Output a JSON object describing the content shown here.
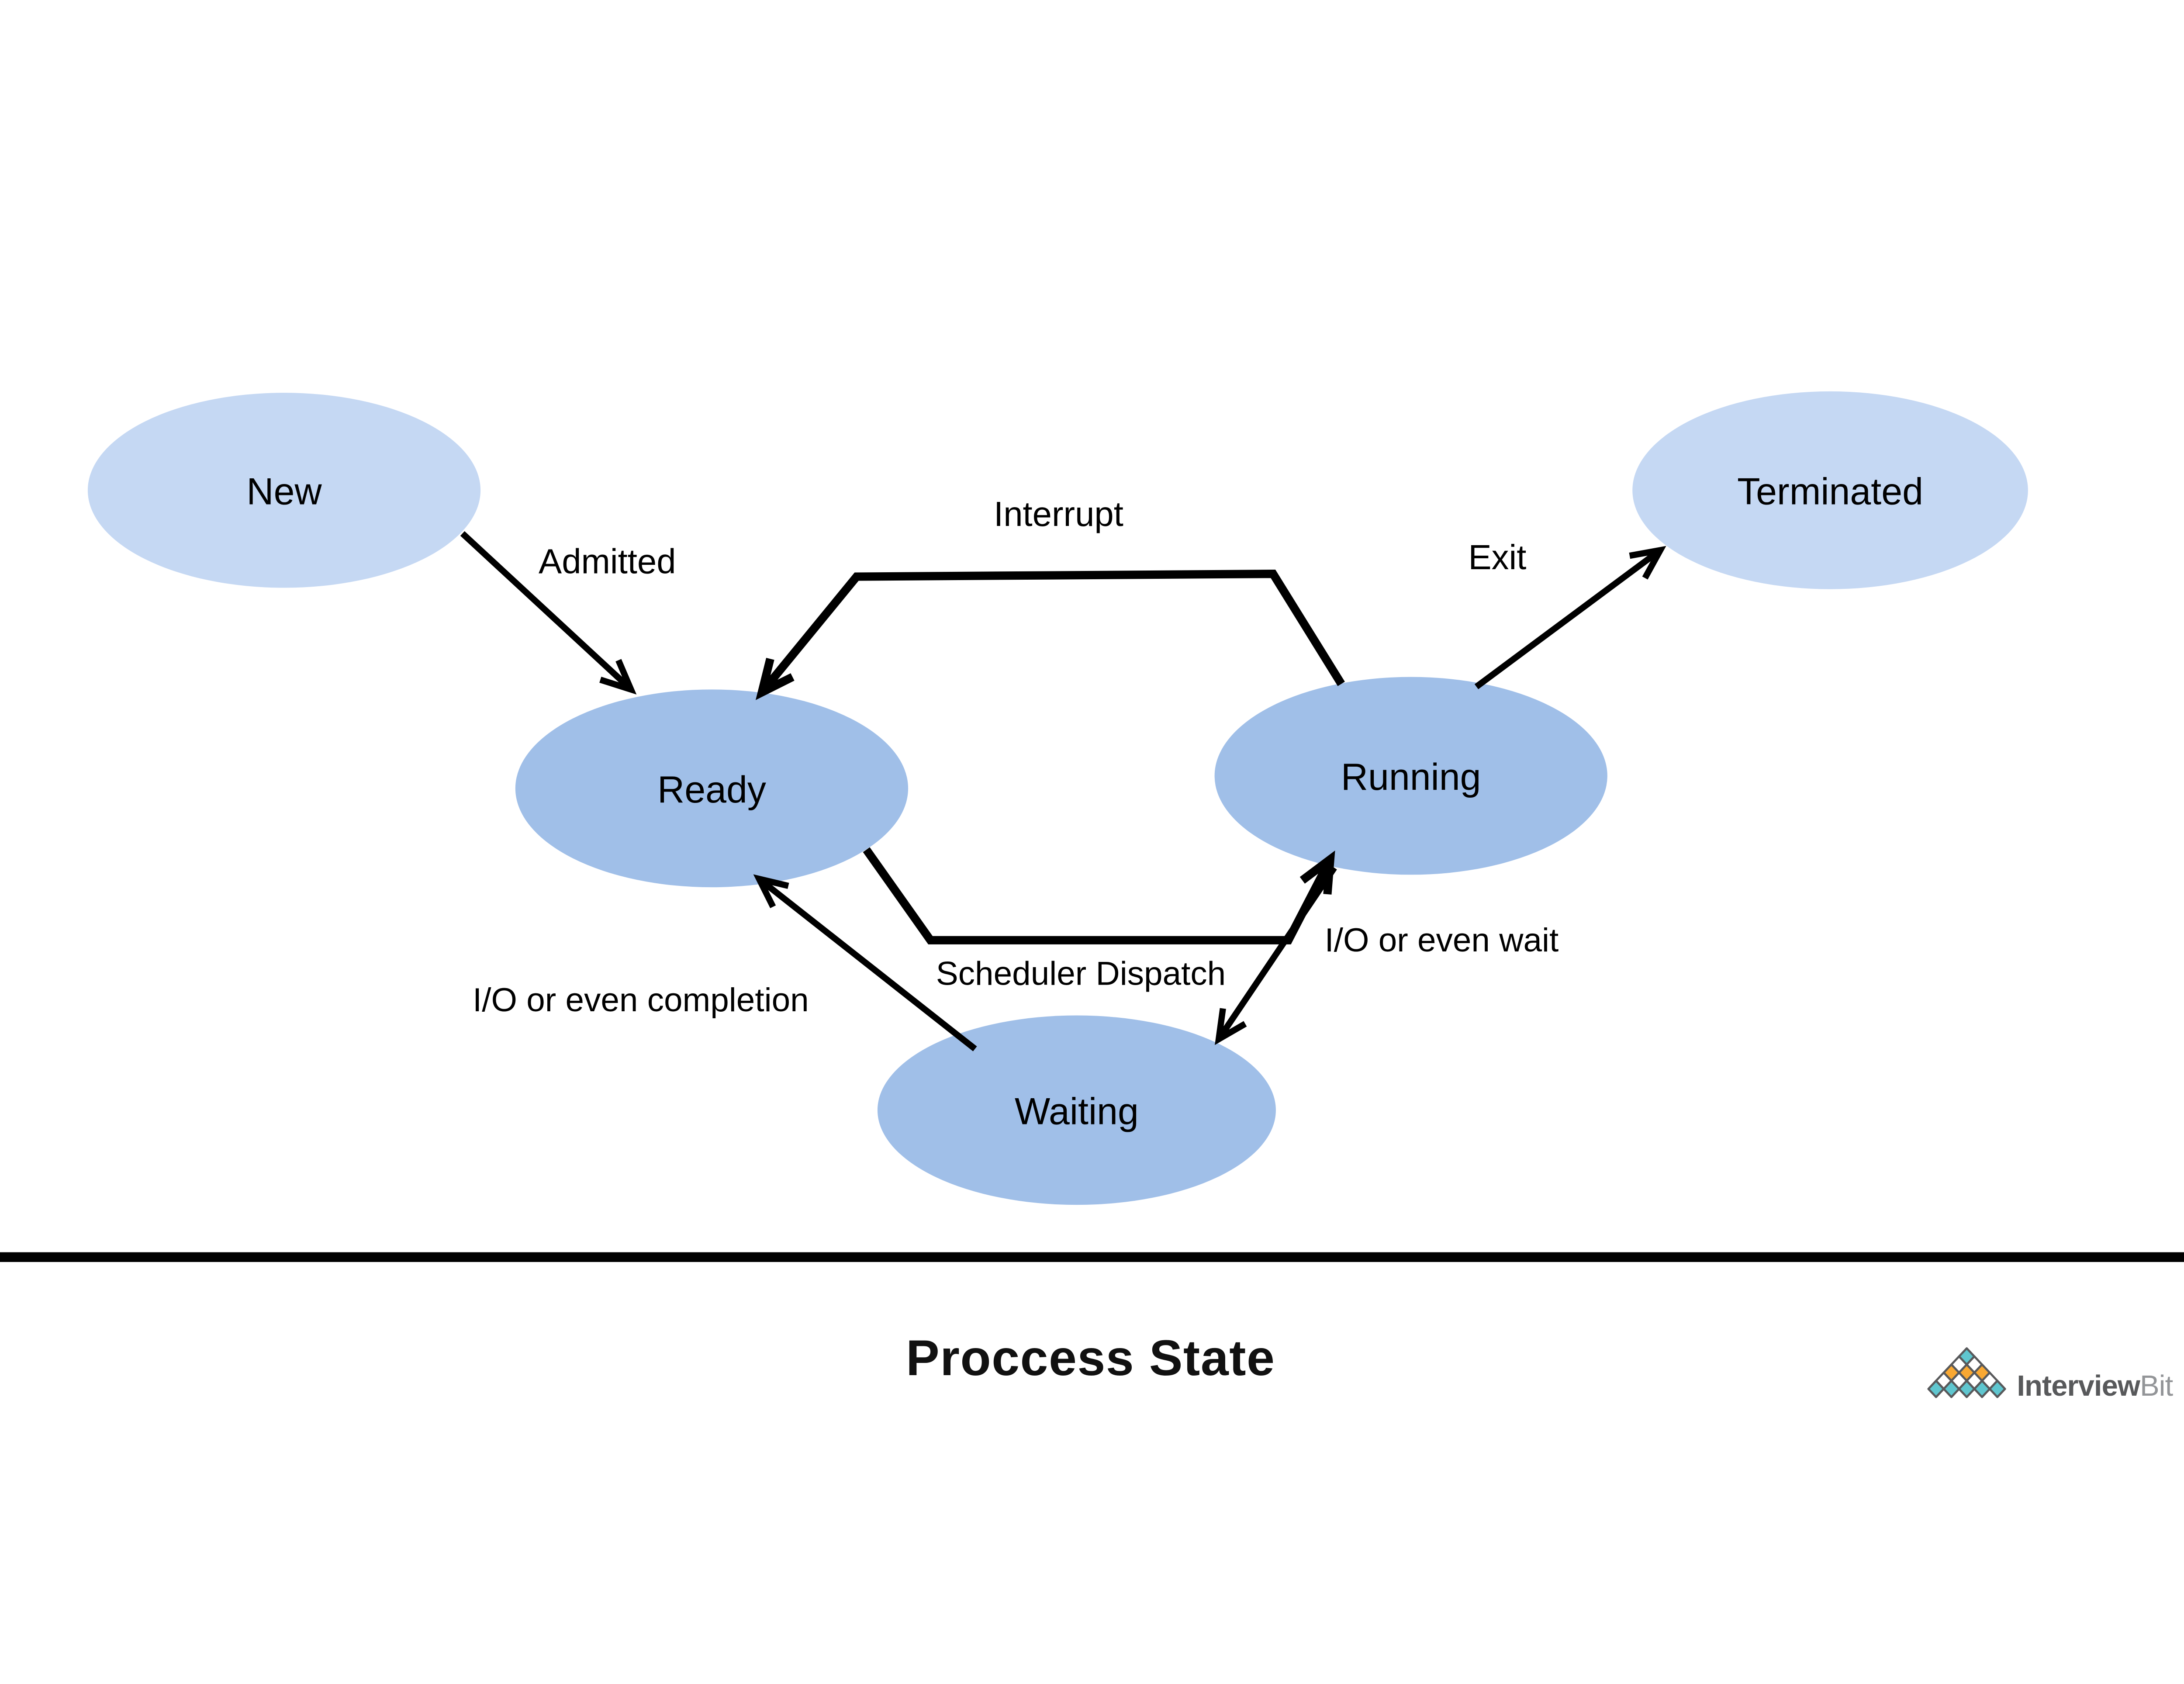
{
  "diagram": {
    "line_color": "#000000",
    "nodes": {
      "new": {
        "label": "New",
        "fill": "#c5d8f3"
      },
      "ready": {
        "label": "Ready",
        "fill": "#a0bfe8"
      },
      "running": {
        "label": "Running",
        "fill": "#a0bfe8"
      },
      "waiting": {
        "label": "Waiting",
        "fill": "#a0bfe8"
      },
      "terminated": {
        "label": "Terminated",
        "fill": "#c5d8f3"
      }
    },
    "edges": {
      "admitted": {
        "label": "Admitted",
        "from": "New",
        "to": "Ready"
      },
      "interrupt": {
        "label": "Interrupt",
        "from": "Running",
        "to": "Ready"
      },
      "exit": {
        "label": "Exit",
        "from": "Running",
        "to": "Terminated"
      },
      "scheduler_dispatch": {
        "label": "Scheduler Dispatch",
        "from": "Ready",
        "to": "Running"
      },
      "io_wait": {
        "label": "I/O or even wait",
        "from": "Running",
        "to": "Waiting"
      },
      "io_completion": {
        "label": "I/O or even completion",
        "from": "Waiting",
        "to": "Ready"
      }
    }
  },
  "footer": {
    "title": "Proccess State"
  },
  "brand": {
    "name_primary": "Interview",
    "name_secondary": "Bit",
    "colors": {
      "teal": "#5fc6cf",
      "orange": "#f8a833",
      "white": "#ffffff",
      "outline": "#58595b",
      "text_primary": "#58595b",
      "text_secondary": "#939598"
    },
    "pyramid_rows": [
      [
        "teal"
      ],
      [
        "white",
        "white"
      ],
      [
        "orange",
        "orange",
        "orange"
      ],
      [
        "white",
        "white",
        "white",
        "white"
      ],
      [
        "teal",
        "teal",
        "teal",
        "teal",
        "teal"
      ]
    ]
  }
}
